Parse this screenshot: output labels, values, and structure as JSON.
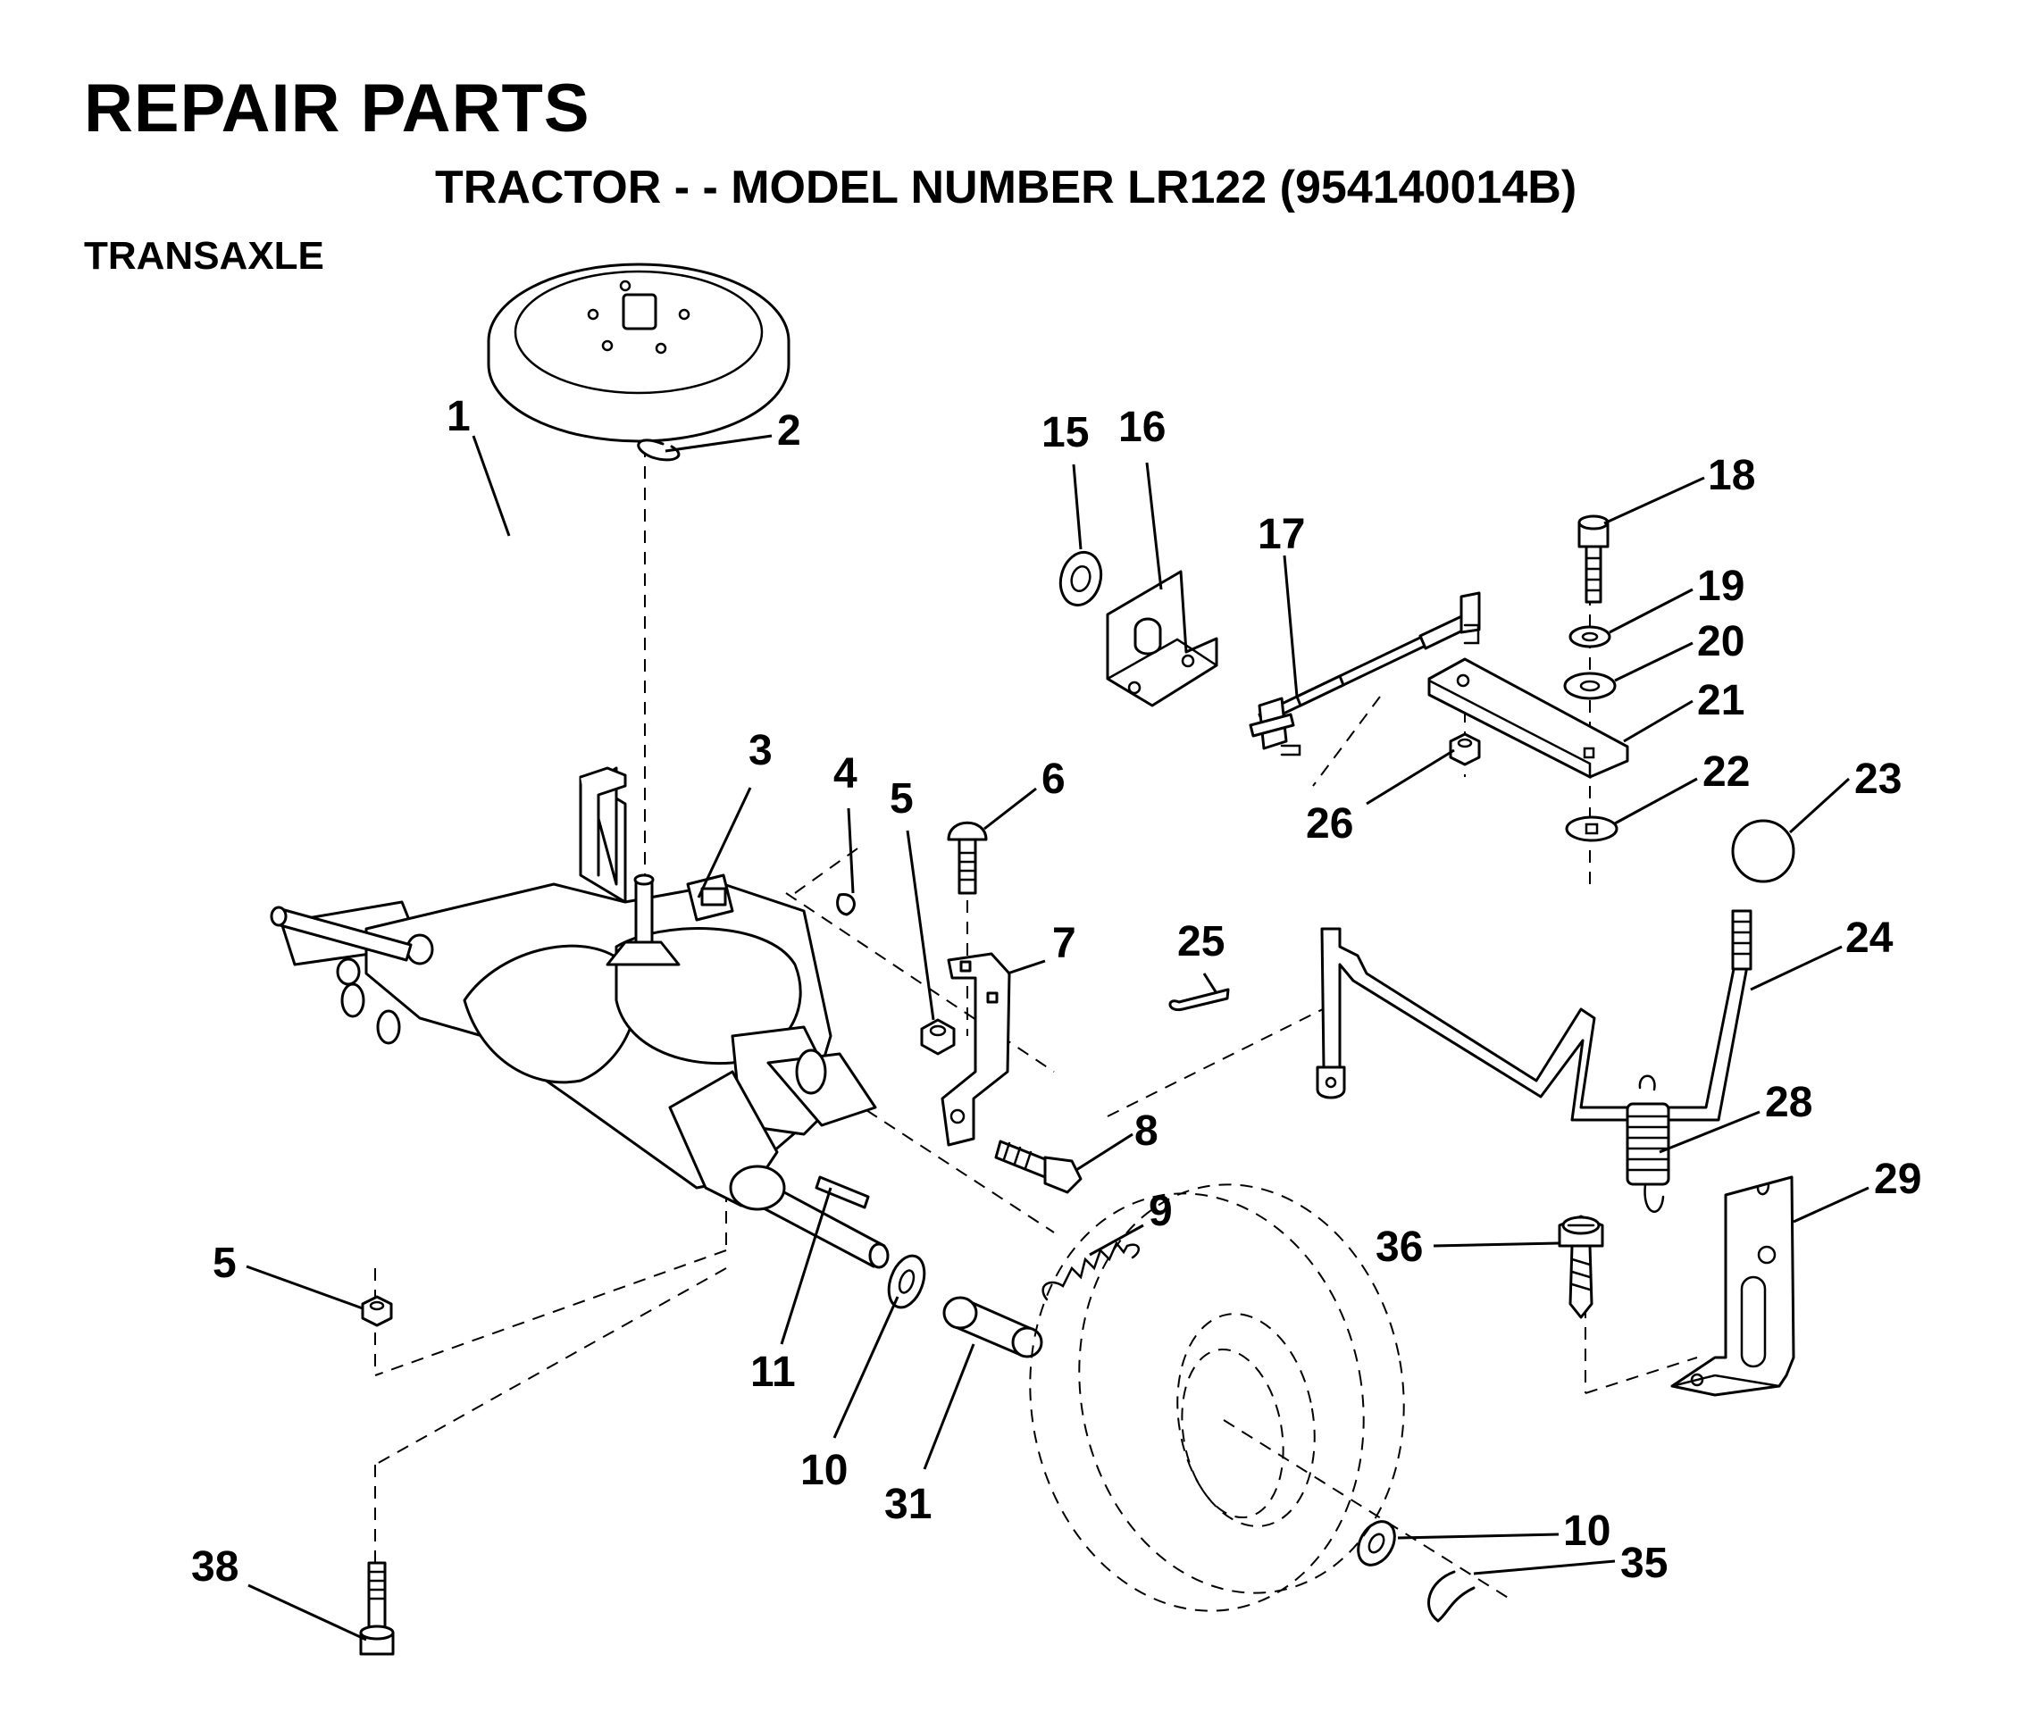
{
  "header": {
    "title": "REPAIR PARTS",
    "subtitle": "TRACTOR - - MODEL NUMBER LR122 (954140014B)",
    "section": "TRANSAXLE"
  },
  "callouts": [
    {
      "id": "c1",
      "text": "1"
    },
    {
      "id": "c2",
      "text": "2"
    },
    {
      "id": "c3",
      "text": "3"
    },
    {
      "id": "c4",
      "text": "4"
    },
    {
      "id": "c5a",
      "text": "5"
    },
    {
      "id": "c5b",
      "text": "5"
    },
    {
      "id": "c6",
      "text": "6"
    },
    {
      "id": "c7",
      "text": "7"
    },
    {
      "id": "c8",
      "text": "8"
    },
    {
      "id": "c9",
      "text": "9"
    },
    {
      "id": "c10a",
      "text": "10"
    },
    {
      "id": "c10b",
      "text": "10"
    },
    {
      "id": "c11",
      "text": "11"
    },
    {
      "id": "c15",
      "text": "15"
    },
    {
      "id": "c16",
      "text": "16"
    },
    {
      "id": "c17",
      "text": "17"
    },
    {
      "id": "c18",
      "text": "18"
    },
    {
      "id": "c19",
      "text": "19"
    },
    {
      "id": "c20",
      "text": "20"
    },
    {
      "id": "c21",
      "text": "21"
    },
    {
      "id": "c22",
      "text": "22"
    },
    {
      "id": "c23",
      "text": "23"
    },
    {
      "id": "c24",
      "text": "24"
    },
    {
      "id": "c25",
      "text": "25"
    },
    {
      "id": "c26",
      "text": "26"
    },
    {
      "id": "c28",
      "text": "28"
    },
    {
      "id": "c29",
      "text": "29"
    },
    {
      "id": "c31",
      "text": "31"
    },
    {
      "id": "c35",
      "text": "35"
    },
    {
      "id": "c36",
      "text": "36"
    },
    {
      "id": "c38",
      "text": "38"
    }
  ]
}
